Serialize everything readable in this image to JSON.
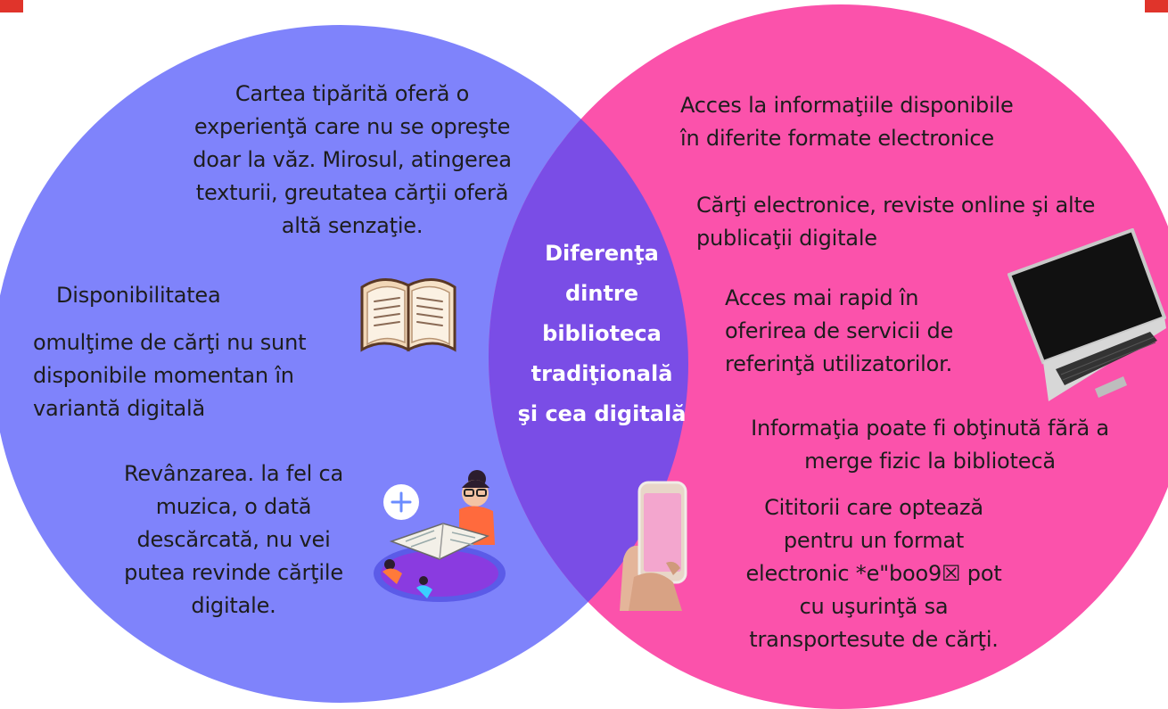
{
  "colors": {
    "left_circle": "#7f83fb",
    "right_circle": "#fb52ab",
    "overlap": "#7a4de6",
    "center_text": "#ffffff",
    "corner_accent": "#e0342b"
  },
  "center": {
    "lines": [
      "Diferenţa",
      "dintre",
      "biblioteca",
      "tradiţională",
      "şi cea digitală"
    ]
  },
  "left": {
    "top": {
      "lines": [
        "Cartea tipărită oferă o",
        "experienţă care nu se opreşte",
        "doar la văz. Mirosul, atingerea",
        "texturii, greutatea cărţii oferă",
        "altă senzaţie."
      ]
    },
    "mid": {
      "title": "Disponibilitatea",
      "lines": [
        "omulţime de cărţi nu sunt",
        "disponibile momentan în",
        "variantă digitală"
      ]
    },
    "bottom": {
      "lines": [
        "Revânzarea. la fel ca",
        "muzica, o dată",
        "descărcată, nu vei",
        "putea revinde cărţile",
        "digitale."
      ]
    }
  },
  "right": {
    "item1": {
      "lines": [
        "Acces la informaţiile disponibile",
        "în diferite formate electronice"
      ]
    },
    "item2": {
      "lines": [
        "Cărţi electronice, reviste online şi alte",
        "publicaţii digitale"
      ]
    },
    "item3": {
      "lines": [
        "Acces mai rapid în",
        "oferirea de  servicii de",
        "referinţă utilizatorilor."
      ]
    },
    "item4": {
      "lines": [
        "Informaţia poate fi obţinută fără a",
        "merge fizic la bibliotecă"
      ]
    },
    "item5": {
      "lines": [
        "Cititorii care optează",
        "pentru un format",
        "electronic *e\"boo9☒ pot",
        "cu uşurinţă sa",
        "transportesute de cărţi."
      ]
    }
  },
  "icons": {
    "book": "open-book-icon",
    "reader": "reader-illustration-icon",
    "laptop": "laptop-icon",
    "phone": "smartphone-icon"
  }
}
